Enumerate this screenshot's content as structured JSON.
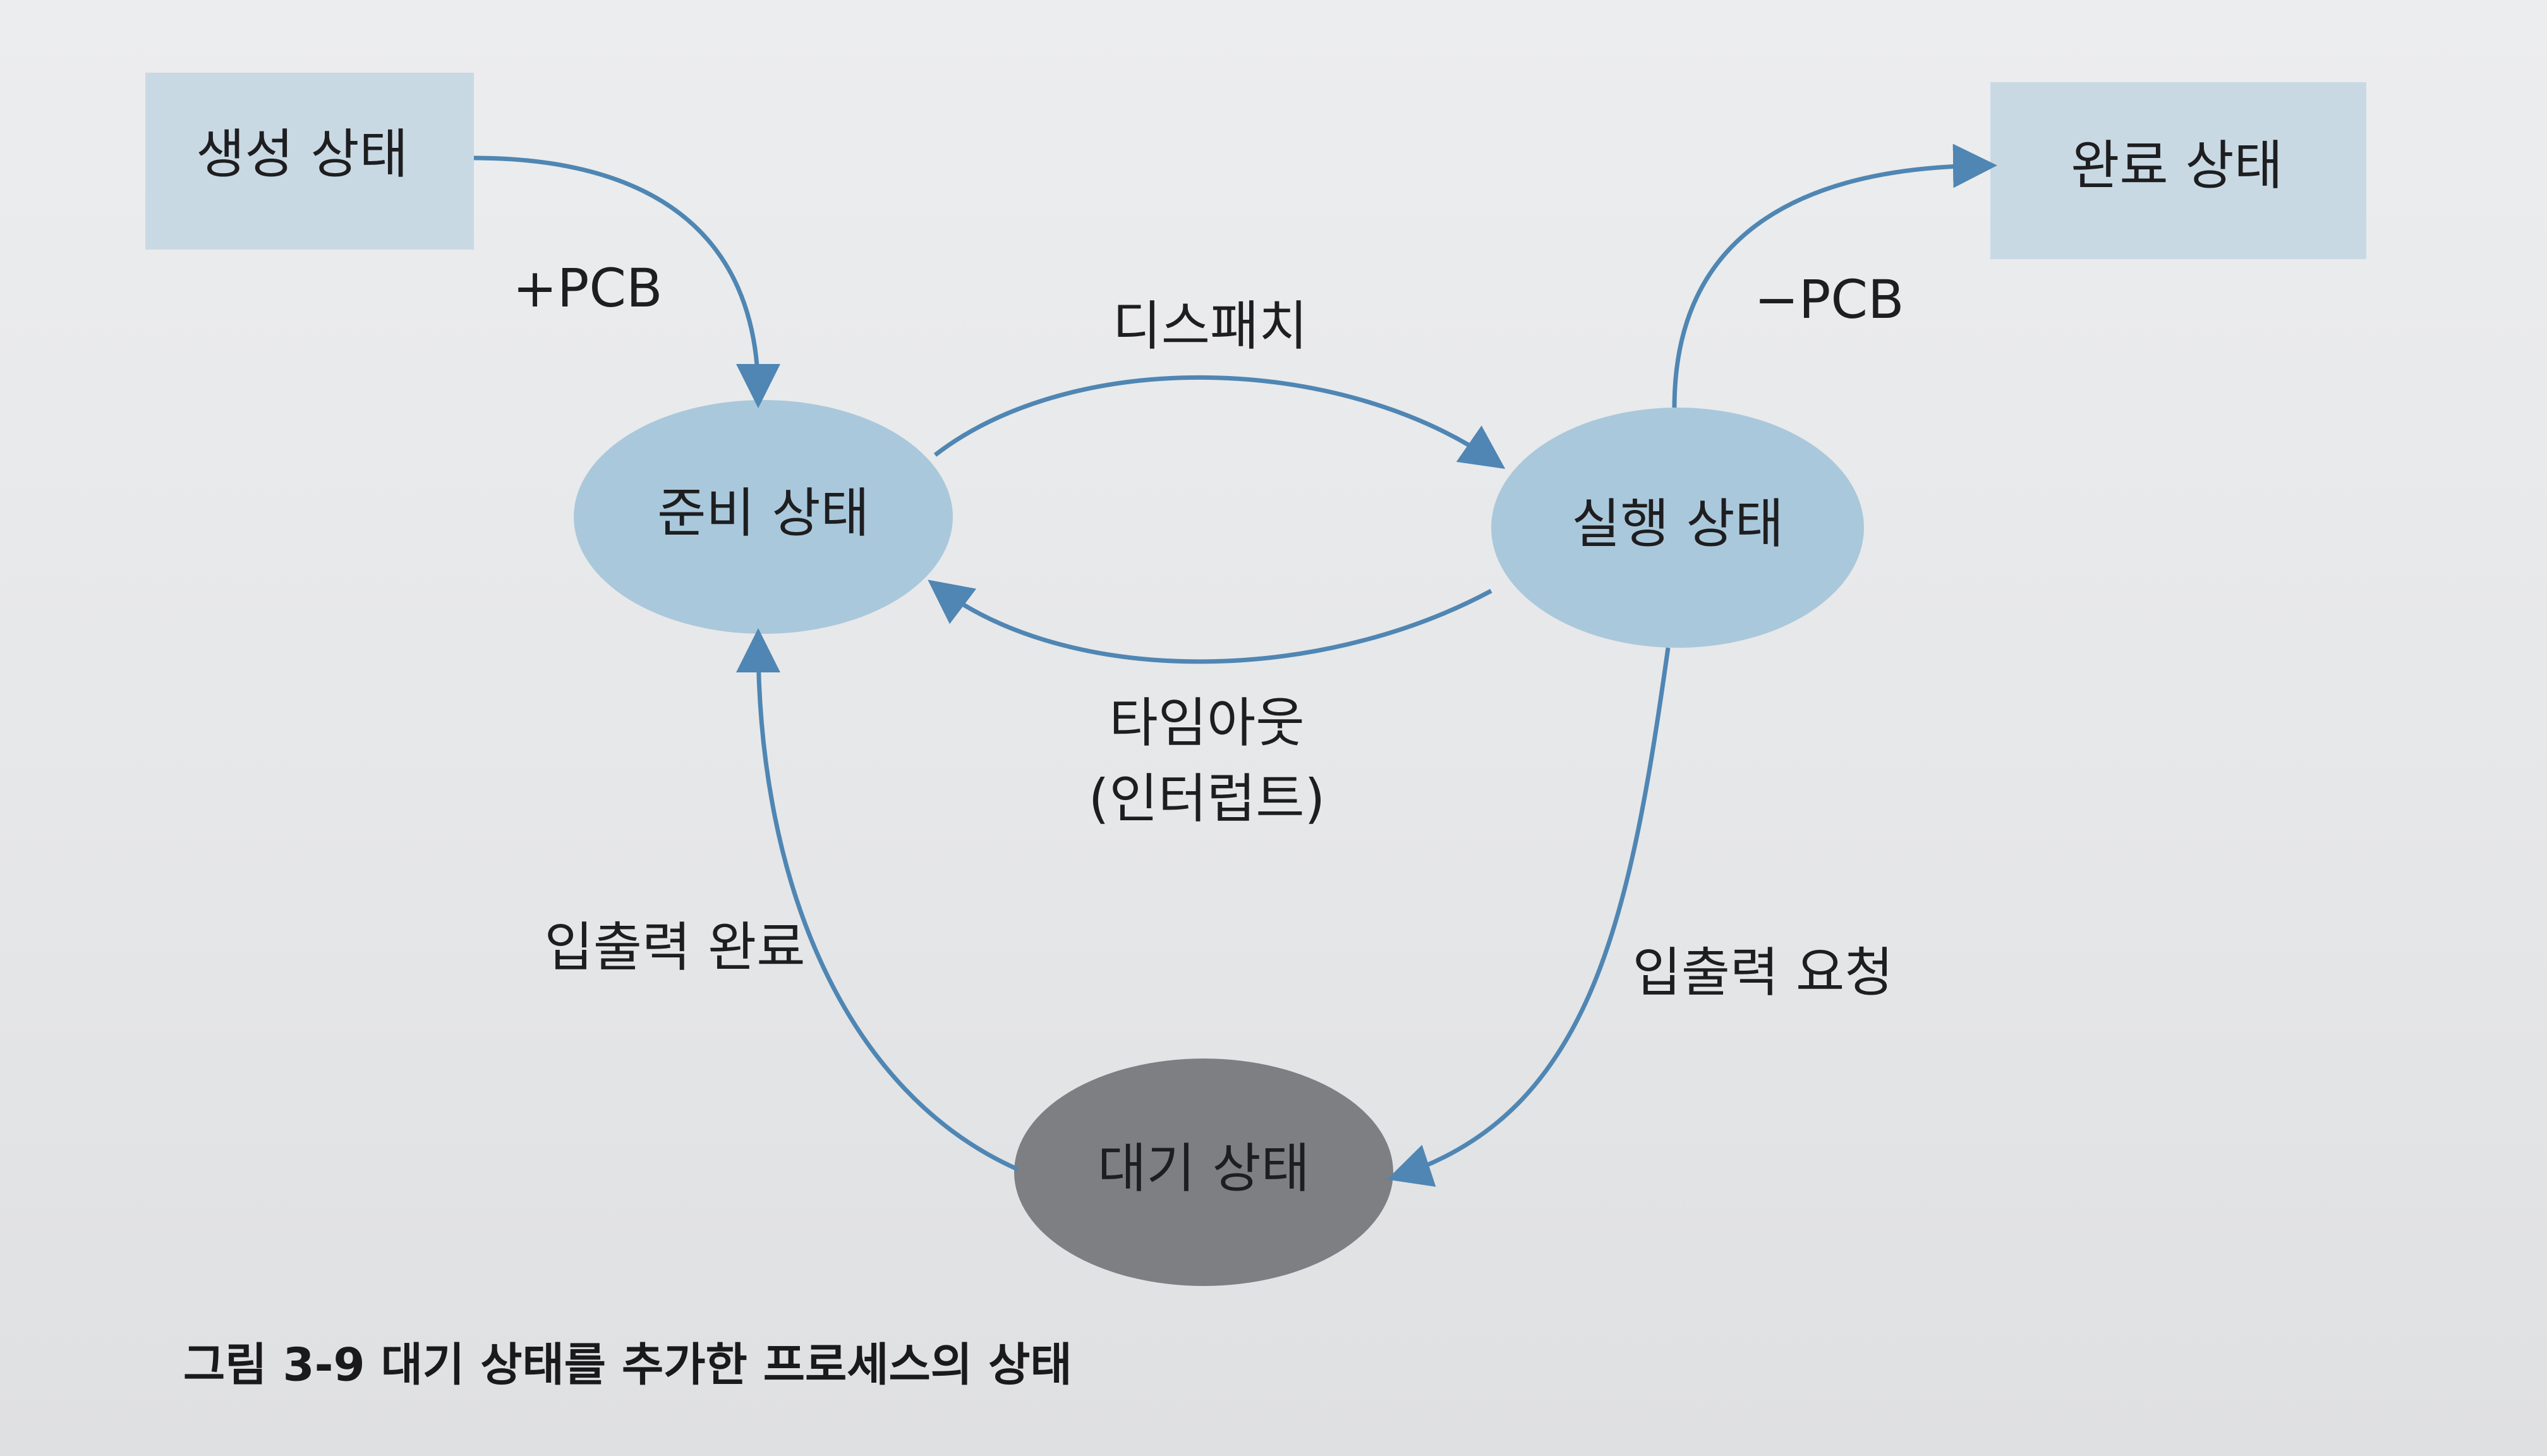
{
  "diagram": {
    "nodes": {
      "created": {
        "label": "생성 상태",
        "shape": "rectangle",
        "fill": "#c9d9e4"
      },
      "ready": {
        "label": "준비 상태",
        "shape": "ellipse",
        "fill": "#aac8db"
      },
      "running": {
        "label": "실행 상태",
        "shape": "ellipse",
        "fill": "#aac8db"
      },
      "waiting": {
        "label": "대기 상태",
        "shape": "ellipse",
        "fill": "#7d7f83"
      },
      "terminated": {
        "label": "완료 상태",
        "shape": "rectangle",
        "fill": "#c9d9e4"
      }
    },
    "edges": {
      "created_to_ready": {
        "label": "+PCB"
      },
      "ready_to_running": {
        "label": "디스패치"
      },
      "running_to_ready": {
        "label_line1": "타임아웃",
        "label_line2": "(인터럽트)"
      },
      "running_to_terminated": {
        "label": "−PCB"
      },
      "running_to_waiting": {
        "label": "입출력 요청"
      },
      "waiting_to_ready": {
        "label": "입출력 완료"
      }
    },
    "colors": {
      "arrow": "#4f86b3"
    }
  },
  "caption": "그림 3-9  대기 상태를 추가한 프로세스의 상태"
}
